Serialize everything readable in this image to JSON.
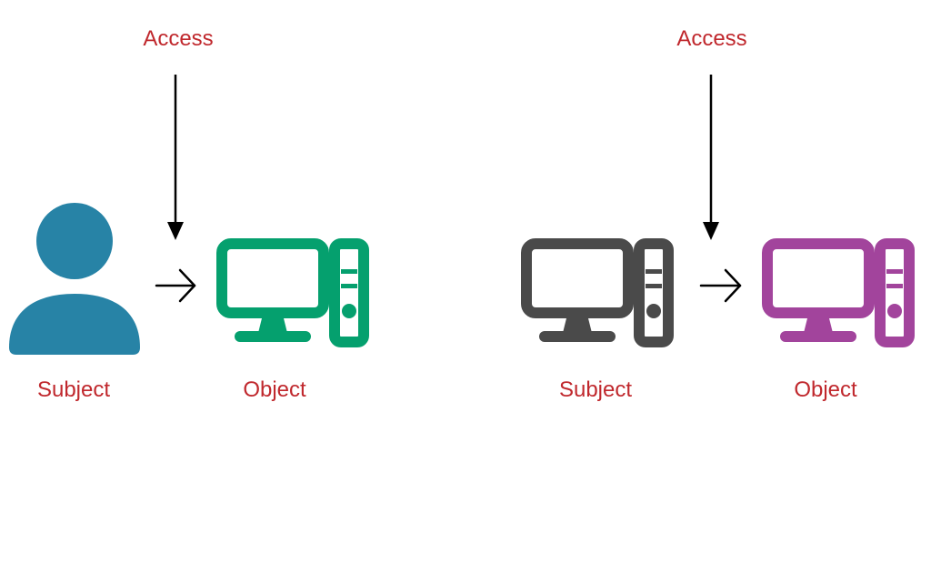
{
  "colors": {
    "label_text": "#c0282d",
    "arrow": "#000000",
    "person_icon": "#2783a6",
    "object_left": "#05a06e",
    "subject_right": "#4a4a4a",
    "object_right": "#a2449c"
  },
  "left_panel": {
    "access_label": "Access",
    "subject_label": "Subject",
    "object_label": "Object",
    "subject_icon": "person-icon",
    "object_icon": "desktop-computer-icon"
  },
  "right_panel": {
    "access_label": "Access",
    "subject_label": "Subject",
    "object_label": "Object",
    "subject_icon": "desktop-computer-icon",
    "object_icon": "desktop-computer-icon"
  }
}
